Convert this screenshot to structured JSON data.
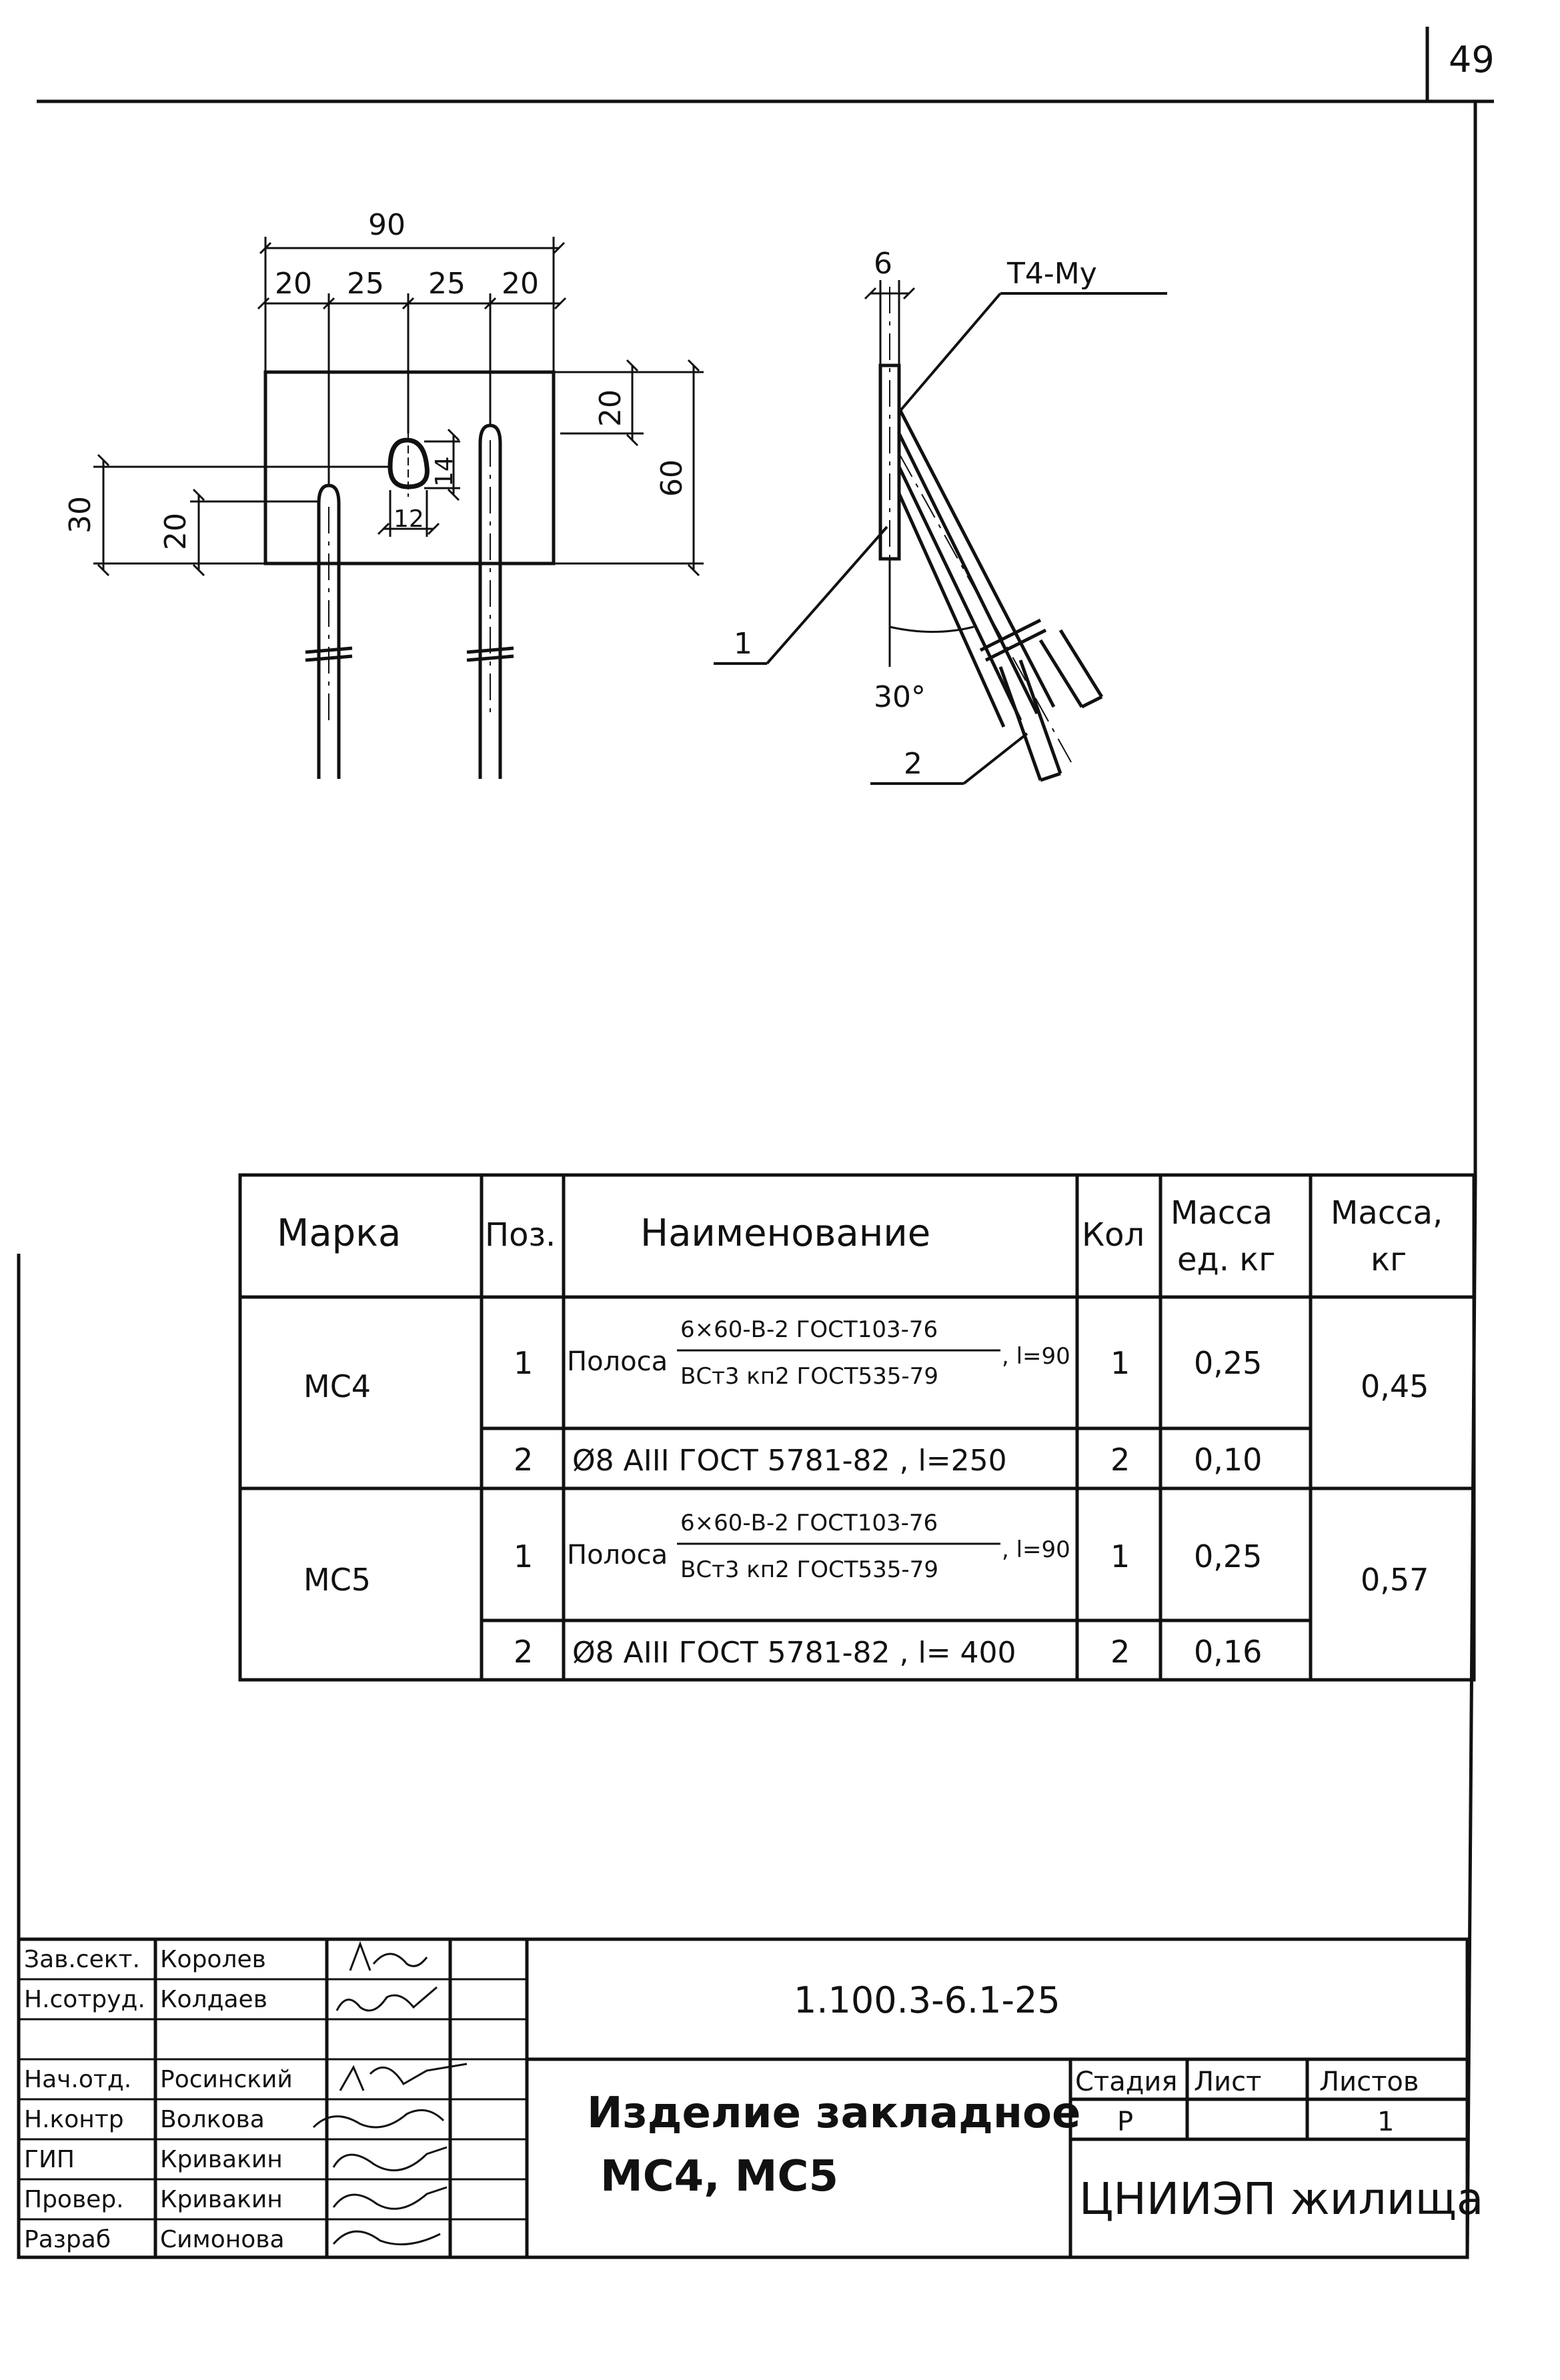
{
  "page_number": "49",
  "front_view": {
    "dim_overall_width": "90",
    "dim_seg_1": "20",
    "dim_seg_2": "25",
    "dim_seg_3": "25",
    "dim_seg_4": "20",
    "dim_right_top": "20",
    "dim_right_height": "60",
    "dim_left_outer": "30",
    "dim_left_inner": "20",
    "dim_hole_height": "14",
    "dim_hole_width": "12"
  },
  "side_view": {
    "dim_thickness": "6",
    "weld_mark": "Т4-Му",
    "angle_label": "30°",
    "leader_1": "1",
    "leader_2": "2"
  },
  "spec_table": {
    "headers": {
      "marka": "Марка",
      "poz": "Поз.",
      "name": "Наименование",
      "kol": "Кол",
      "mass_unit_line1": "Масса",
      "mass_unit_line2": "ед. кг",
      "mass_total_line1": "Масса,",
      "mass_total_line2": "кг"
    },
    "groups": [
      {
        "marka": "МС4",
        "mass_total": "0,45",
        "rows": [
          {
            "poz": "1",
            "name_prefix": "Полоса",
            "numerator": "6×60-В-2 ГОСТ103-76",
            "denominator": "ВСт3 кп2 ГОСТ535-79",
            "length": ", l=90",
            "qty": "1",
            "mass_unit": "0,25"
          },
          {
            "poz": "2",
            "name": "Ø8 АIII ГОСТ 5781-82 , l=250",
            "qty": "2",
            "mass_unit": "0,10"
          }
        ]
      },
      {
        "marka": "МС5",
        "mass_total": "0,57",
        "rows": [
          {
            "poz": "1",
            "name_prefix": "Полоса",
            "numerator": "6×60-В-2 ГОСТ103-76",
            "denominator": "ВСт3 кп2 ГОСТ535-79",
            "length": ", l=90",
            "qty": "1",
            "mass_unit": "0,25"
          },
          {
            "poz": "2",
            "name": "Ø8 АIII ГОСТ 5781-82 , l= 400",
            "qty": "2",
            "mass_unit": "0,16"
          }
        ]
      }
    ]
  },
  "title_block": {
    "roles": [
      "Зав.сект.",
      "Н.сотруд.",
      "",
      "Нач.отд.",
      "Н.контр",
      "ГИП",
      "Провер.",
      "Разраб"
    ],
    "names": [
      "Королев",
      "Колдаев",
      "",
      "Росинский",
      "Волкова",
      "Кривакин",
      "Кривакин",
      "Симонова"
    ],
    "document_code": "1.100.3-6.1-25",
    "title_line1": "Изделие закладное",
    "title_line2": "МС4, МС5",
    "stage_label": "Стадия",
    "sheet_label": "Лист",
    "sheets_label": "Листов",
    "stage_value": "Р",
    "sheet_value": "",
    "sheets_value": "1",
    "organization": "ЦНИИЭП жилища"
  }
}
